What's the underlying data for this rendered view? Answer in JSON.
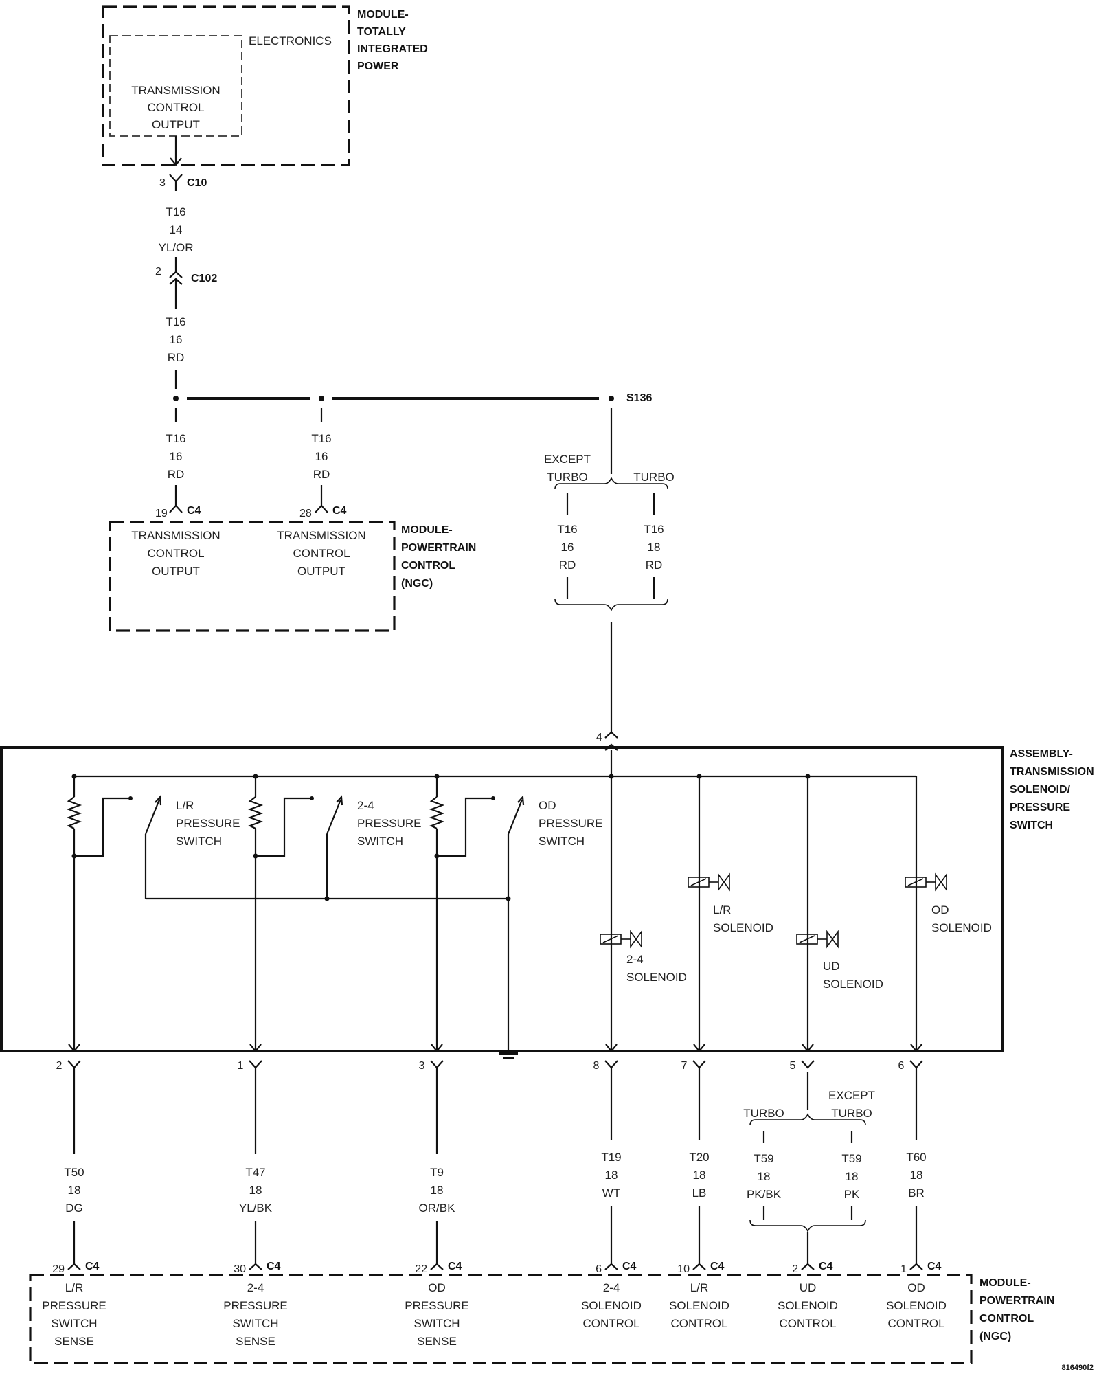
{
  "diagram_id": "816490f2",
  "tipm": {
    "title": [
      "MODULE-",
      "TOTALLY",
      "INTEGRATED",
      "POWER"
    ],
    "sub": "ELECTRONICS",
    "output": [
      "TRANSMISSION",
      "CONTROL",
      "OUTPUT"
    ]
  },
  "c10": {
    "pin": "3",
    "name": "C10"
  },
  "wire_top": [
    "T16",
    "14",
    "YL/OR"
  ],
  "c102": {
    "pin": "2",
    "name": "C102"
  },
  "wire_mid": [
    "T16",
    "16",
    "RD"
  ],
  "splice": "S136",
  "pcm_top": {
    "title": [
      "MODULE-",
      "POWERTRAIN",
      "CONTROL",
      "(NGC)"
    ],
    "outputs": [
      {
        "pin": "19",
        "conn": "C4",
        "wire": [
          "T16",
          "16",
          "RD"
        ],
        "label": [
          "TRANSMISSION",
          "CONTROL",
          "OUTPUT"
        ]
      },
      {
        "pin": "28",
        "conn": "C4",
        "wire": [
          "T16",
          "16",
          "RD"
        ],
        "label": [
          "TRANSMISSION",
          "CONTROL",
          "OUTPUT"
        ]
      }
    ]
  },
  "turbo_split": {
    "except_turbo": [
      "EXCEPT",
      "TURBO"
    ],
    "turbo": "TURBO",
    "wire_except": [
      "T16",
      "16",
      "RD"
    ],
    "wire_turbo": [
      "T16",
      "18",
      "RD"
    ]
  },
  "assembly": {
    "title": [
      "ASSEMBLY-",
      "TRANSMISSION",
      "SOLENOID/",
      "PRESSURE",
      "SWITCH"
    ],
    "in_pin": "4",
    "switches": [
      [
        "L/R",
        "PRESSURE",
        "SWITCH"
      ],
      [
        "2-4",
        "PRESSURE",
        "SWITCH"
      ],
      [
        "OD",
        "PRESSURE",
        "SWITCH"
      ]
    ],
    "solenoids": {
      "s24": [
        "2-4",
        "SOLENOID"
      ],
      "slr": [
        "L/R",
        "SOLENOID"
      ],
      "sud": [
        "UD",
        "SOLENOID"
      ],
      "sod": [
        "OD",
        "SOLENOID"
      ]
    }
  },
  "bottom": {
    "circuits": [
      {
        "apin": "2",
        "wire": [
          "T50",
          "18",
          "DG"
        ],
        "cpin": "29",
        "conn": "C4",
        "label": [
          "L/R",
          "PRESSURE",
          "SWITCH",
          "SENSE"
        ]
      },
      {
        "apin": "1",
        "wire": [
          "T47",
          "18",
          "YL/BK"
        ],
        "cpin": "30",
        "conn": "C4",
        "label": [
          "2-4",
          "PRESSURE",
          "SWITCH",
          "SENSE"
        ]
      },
      {
        "apin": "3",
        "wire": [
          "T9",
          "18",
          "OR/BK"
        ],
        "cpin": "22",
        "conn": "C4",
        "label": [
          "OD",
          "PRESSURE",
          "SWITCH",
          "SENSE"
        ]
      },
      {
        "apin": "8",
        "wire": [
          "T19",
          "18",
          "WT"
        ],
        "cpin": "6",
        "conn": "C4",
        "label": [
          "2-4",
          "SOLENOID",
          "CONTROL"
        ]
      },
      {
        "apin": "7",
        "wire": [
          "T20",
          "18",
          "LB"
        ],
        "cpin": "10",
        "conn": "C4",
        "label": [
          "L/R",
          "SOLENOID",
          "CONTROL"
        ]
      },
      {
        "apin": "5",
        "wire": [],
        "cpin": "2",
        "conn": "C4",
        "label": [
          "UD",
          "SOLENOID",
          "CONTROL"
        ]
      },
      {
        "apin": "6",
        "wire": [
          "T60",
          "18",
          "BR"
        ],
        "cpin": "1",
        "conn": "C4",
        "label": [
          "OD",
          "SOLENOID",
          "CONTROL"
        ]
      }
    ],
    "ud_split": {
      "turbo": "TURBO",
      "except_turbo": [
        "EXCEPT",
        "TURBO"
      ],
      "wire_turbo": [
        "T59",
        "18",
        "PK/BK"
      ],
      "wire_except": [
        "T59",
        "18",
        "PK"
      ]
    },
    "pcm_title": [
      "MODULE-",
      "POWERTRAIN",
      "CONTROL",
      "(NGC)"
    ]
  }
}
